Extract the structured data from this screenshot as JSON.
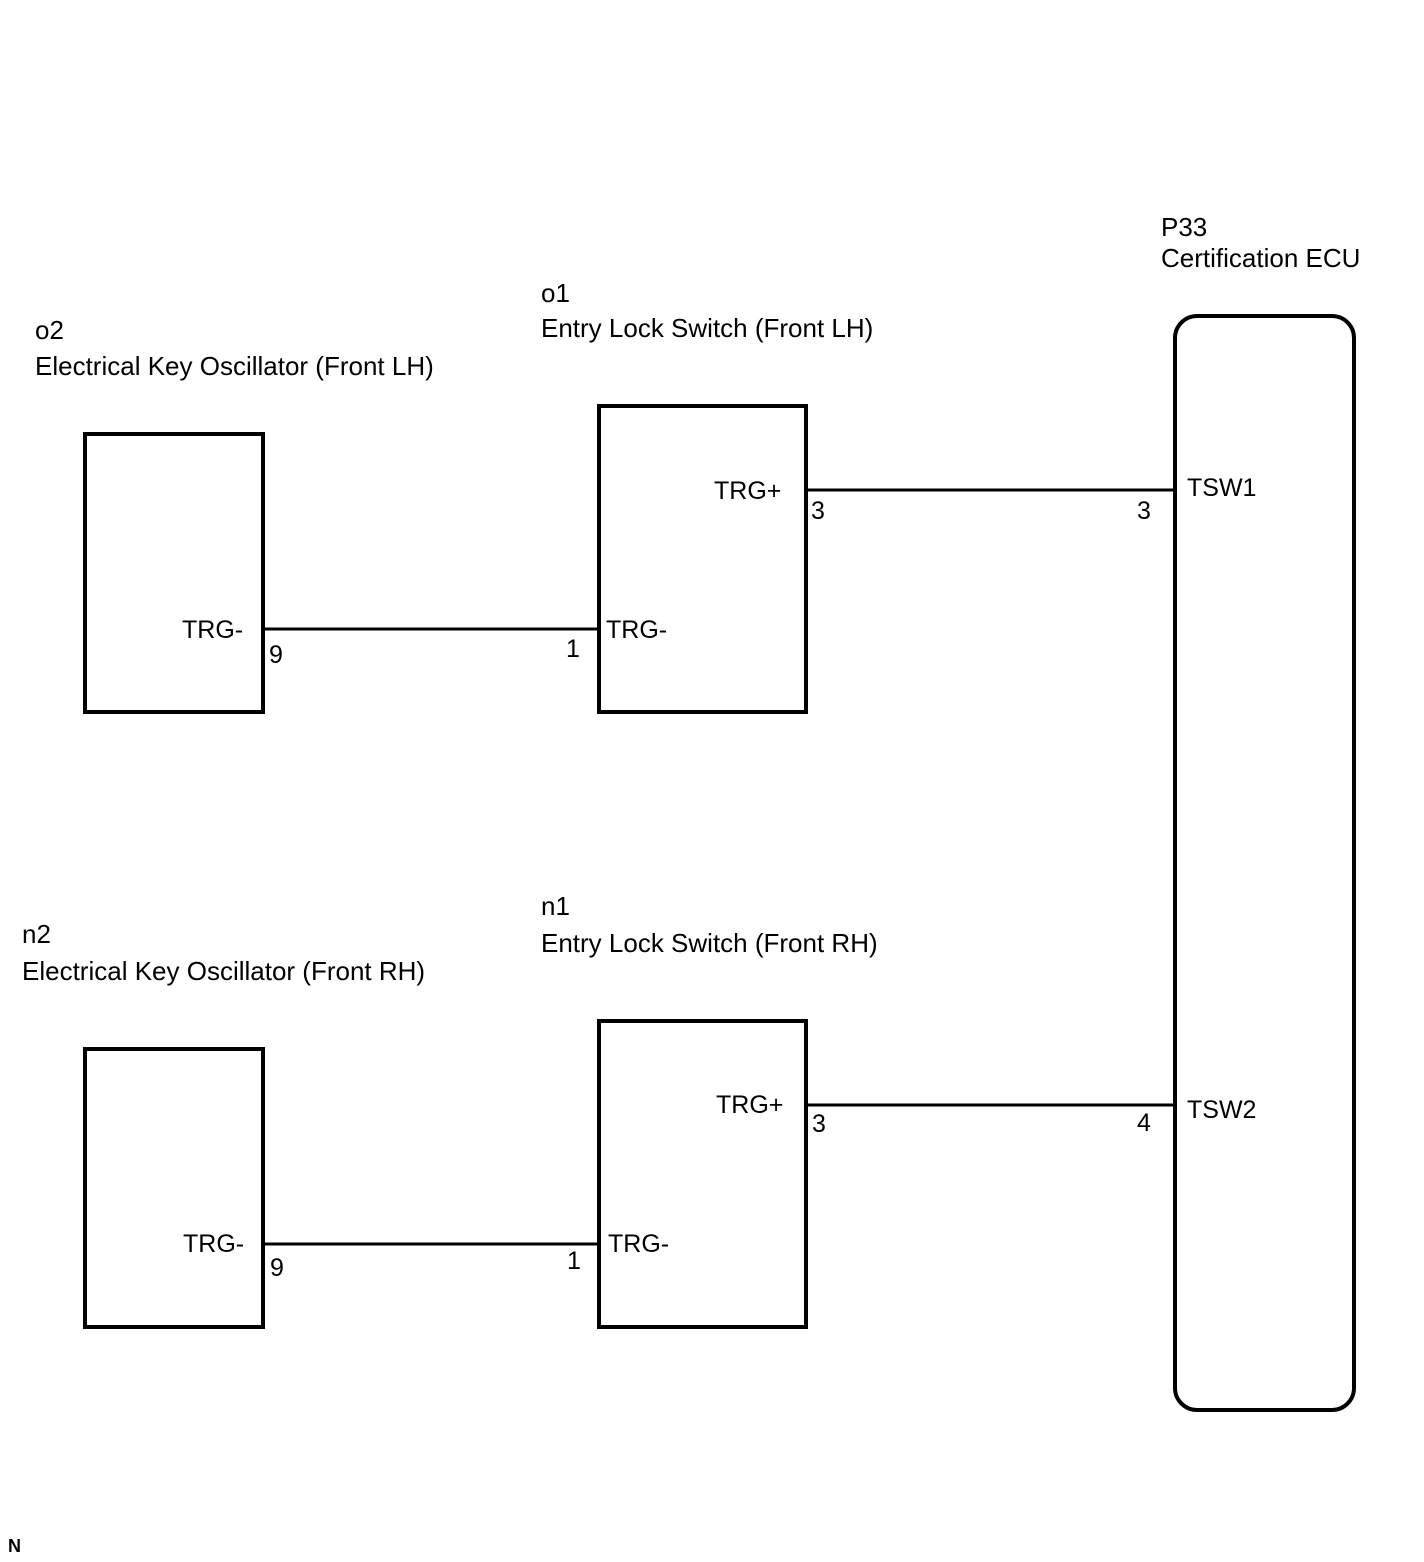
{
  "components": {
    "o2": {
      "code": "o2",
      "name": "Electrical Key Oscillator (Front LH)",
      "terminal": "TRG-",
      "pin": "9"
    },
    "o1": {
      "code": "o1",
      "name": "Entry Lock Switch (Front LH)",
      "terminal_pos": "TRG+",
      "pin_pos": "3",
      "terminal_neg": "TRG-",
      "pin_neg": "1"
    },
    "p33": {
      "code": "P33",
      "name": "Certification ECU",
      "terminal_1": "TSW1",
      "pin_1": "3",
      "terminal_2": "TSW2",
      "pin_2": "4"
    },
    "n2": {
      "code": "n2",
      "name": "Electrical Key Oscillator (Front RH)",
      "terminal": "TRG-",
      "pin": "9"
    },
    "n1": {
      "code": "n1",
      "name": "Entry Lock Switch (Front RH)",
      "terminal_pos": "TRG+",
      "pin_pos": "3",
      "terminal_neg": "TRG-",
      "pin_neg": "1"
    }
  },
  "wires": [
    {
      "from": "o2 TRG- 9",
      "to": "o1 TRG- 1"
    },
    {
      "from": "o1 TRG+ 3",
      "to": "P33 TSW1 3"
    },
    {
      "from": "n2 TRG- 9",
      "to": "n1 TRG- 1"
    },
    {
      "from": "n1 TRG+ 3",
      "to": "P33 TSW2 4"
    }
  ],
  "corner_mark": "N"
}
